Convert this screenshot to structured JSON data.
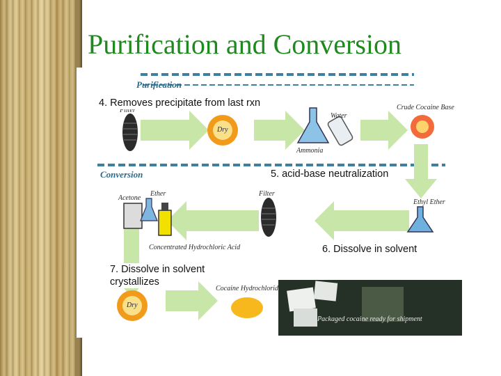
{
  "slide": {
    "title": "Purification and Conversion"
  },
  "diagram": {
    "section_purification": "Purification",
    "section_conversion": "Conversion",
    "labels": {
      "filter_top": "Filter",
      "dry_top": "Dry",
      "water": "Water",
      "ammonia": "Ammonia",
      "crude_cocaine_base": "Crude Cocaine Base",
      "filter_mid": "Filter",
      "ethyl_ether": "Ethyl Ether",
      "acetone": "Acetone",
      "ether": "Ether",
      "concentrated_hcl": "Concentrated Hydrochloric Acid",
      "dry_bottom": "Dry",
      "cocaine_hydrochloride": "Cocaine Hydrochloride",
      "packaged": "Packaged cocaine ready for shipment"
    }
  },
  "steps": {
    "step4": "4. Removes precipitate from last rxn",
    "step5": "5. acid-base neutralization",
    "step6": "6. Dissolve in solvent",
    "step7_line1": "7. Dissolve in solvent",
    "step7_line2": "crystallizes"
  },
  "colors": {
    "title": "#1e8a1e",
    "arrow": "#c8e6a8",
    "dashed": "#3f7fa0"
  }
}
